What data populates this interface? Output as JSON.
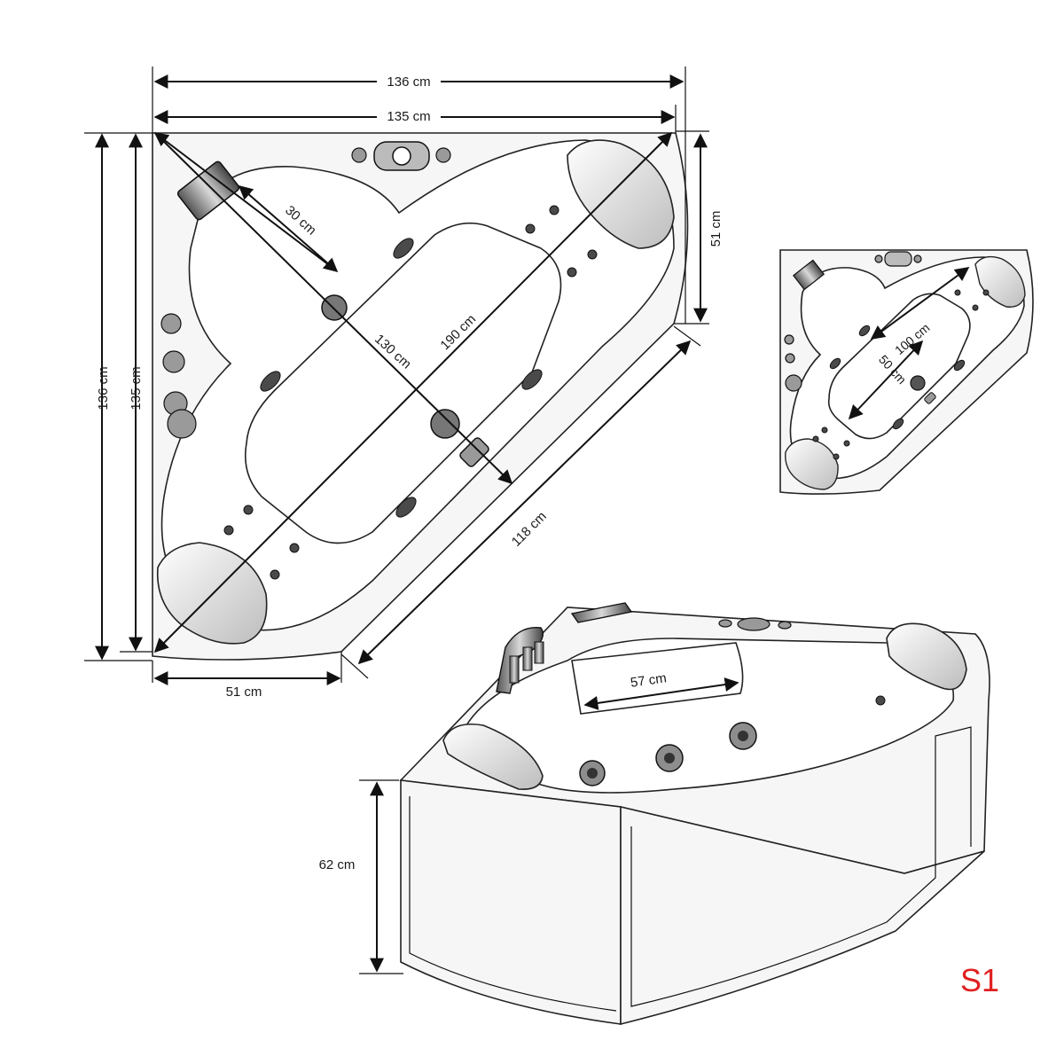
{
  "dimensions": {
    "top_outer_width": "136 cm",
    "top_inner_width": "135 cm",
    "left_outer_height": "136 cm",
    "left_inner_height": "135 cm",
    "right_side": "51 cm",
    "bottom_side": "51 cm",
    "headrest_offset": "30 cm",
    "diagonal_190": "190 cm",
    "diagonal_130": "130 cm",
    "front_edge": "118 cm",
    "small_length": "100 cm",
    "small_width": "50 cm",
    "seat_width": "57 cm",
    "height": "62 cm"
  },
  "model_code": "S1",
  "colors": {
    "model_code": "#e02020",
    "line": "#111111"
  }
}
